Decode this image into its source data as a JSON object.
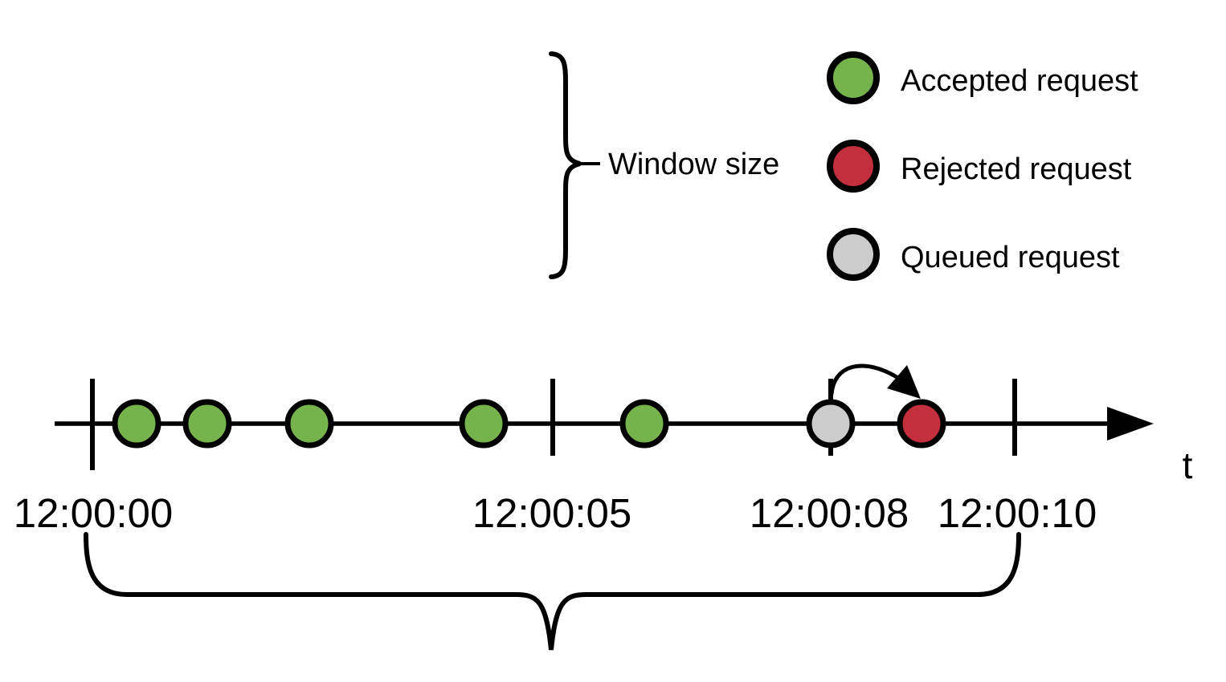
{
  "colors": {
    "accepted_fill": "#77b34d",
    "rejected_fill": "#c42f3d",
    "queued_fill": "#cccccc",
    "stroke": "#000000"
  },
  "legend": {
    "items": [
      {
        "id": "accepted",
        "label": "Accepted request"
      },
      {
        "id": "rejected",
        "label": "Rejected request"
      },
      {
        "id": "queued",
        "label": "Queued request"
      }
    ]
  },
  "annotations": {
    "window_size": "Window size",
    "time_axis": "t"
  },
  "timeline": {
    "tick_labels": [
      "12:00:00",
      "12:00:05",
      "12:00:08",
      "12:00:10"
    ],
    "events": [
      "accepted",
      "accepted",
      "accepted",
      "accepted",
      "accepted",
      "queued",
      "rejected"
    ]
  }
}
